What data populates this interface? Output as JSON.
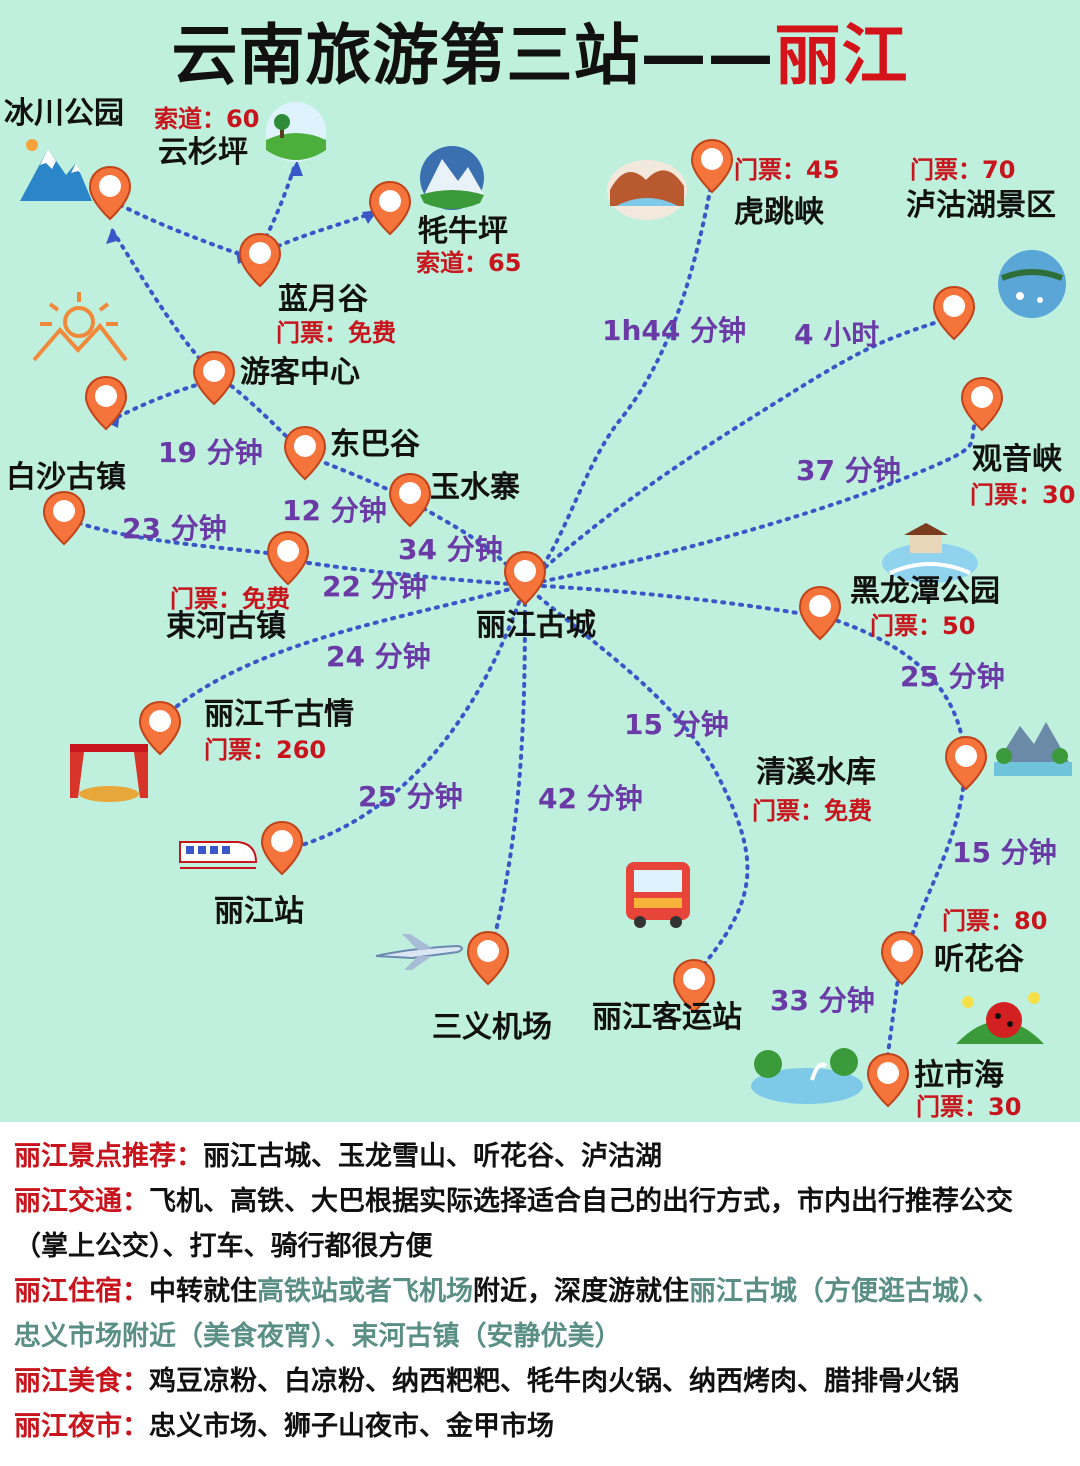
{
  "title": {
    "main": "云南旅游第三站——",
    "highlight": "丽江"
  },
  "places": {
    "bingchuan": {
      "name": "冰川公园"
    },
    "yunshanping": {
      "name": "云杉坪",
      "ticket": "索道：60"
    },
    "maoniuping": {
      "name": "牦牛坪",
      "ticket": "索道：65"
    },
    "lanyuegu": {
      "name": "蓝月谷",
      "ticket": "门票：免费"
    },
    "youke": {
      "name": "游客中心"
    },
    "baisha": {
      "name": "白沙古镇"
    },
    "dongba": {
      "name": "东巴谷"
    },
    "yushui": {
      "name": "玉水寨"
    },
    "shuhe": {
      "name": "束河古镇",
      "ticket": "门票：免费"
    },
    "gucheng": {
      "name": "丽江古城"
    },
    "qiangu": {
      "name": "丽江千古情",
      "ticket": "门票：260"
    },
    "station": {
      "name": "丽江站"
    },
    "airport": {
      "name": "三义机场"
    },
    "bus": {
      "name": "丽江客运站"
    },
    "hutiao": {
      "name": "虎跳峡",
      "ticket": "门票：45"
    },
    "lugu": {
      "name": "泸沽湖景区",
      "ticket": "门票：70"
    },
    "guanyin": {
      "name": "观音峡",
      "ticket": "门票：30"
    },
    "heilong": {
      "name": "黑龙潭公园",
      "ticket": "门票：50"
    },
    "qingxi": {
      "name": "清溪水库",
      "ticket": "门票：免费"
    },
    "tinghua": {
      "name": "听花谷",
      "ticket": "门票：80"
    },
    "lashi": {
      "name": "拉市海",
      "ticket": "门票：30"
    }
  },
  "durations": {
    "hutiao": "1h44 分钟",
    "lugu": "4 小时",
    "baisha": "19 分钟",
    "dongba": "12 分钟",
    "shuhe_baisha": "23 分钟",
    "yushui": "34 分钟",
    "shuhe": "22 分钟",
    "qiangu": "24 分钟",
    "guanyin": "37 分钟",
    "heilong_qingxi": "25 分钟",
    "qingxi_tinghua": "15 分钟",
    "station": "25 分钟",
    "airport": "42 分钟",
    "bus": "15 分钟",
    "tinghua_lashi": "33 分钟"
  },
  "legend": {
    "attractions": {
      "key": "丽江景点推荐：",
      "text": "丽江古城、玉龙雪山、听花谷、泸沽湖"
    },
    "transport": {
      "key": "丽江交通：",
      "text1": "飞机、高铁、大巴根据实际选择适合自己的出行方式，市内出行推荐公交",
      "text2": "（掌上公交）、打车、骑行都很方便"
    },
    "stay": {
      "key": "丽江住宿：",
      "t1": "中转就住",
      "g1": "高铁站或者飞机场",
      "t2": "附近，深度游就住",
      "g2": "丽江古城（方便逛古城）、",
      "g3": "忠义市场附近（美食夜宵）、束河古镇（安静优美）"
    },
    "food": {
      "key": "丽江美食：",
      "text": "鸡豆凉粉、白凉粉、纳西粑粑、牦牛肉火锅、纳西烤肉、腊排骨火锅"
    },
    "night": {
      "key": "丽江夜市：",
      "text": "忠义市场、狮子山夜市、金甲市场"
    }
  },
  "colors": {
    "background": "#bff0dd",
    "route": "#3a57c9",
    "pin": "#f4743b",
    "title_highlight": "#d4121a",
    "ticket": "#c8141c",
    "duration": "#6a3aa6"
  }
}
